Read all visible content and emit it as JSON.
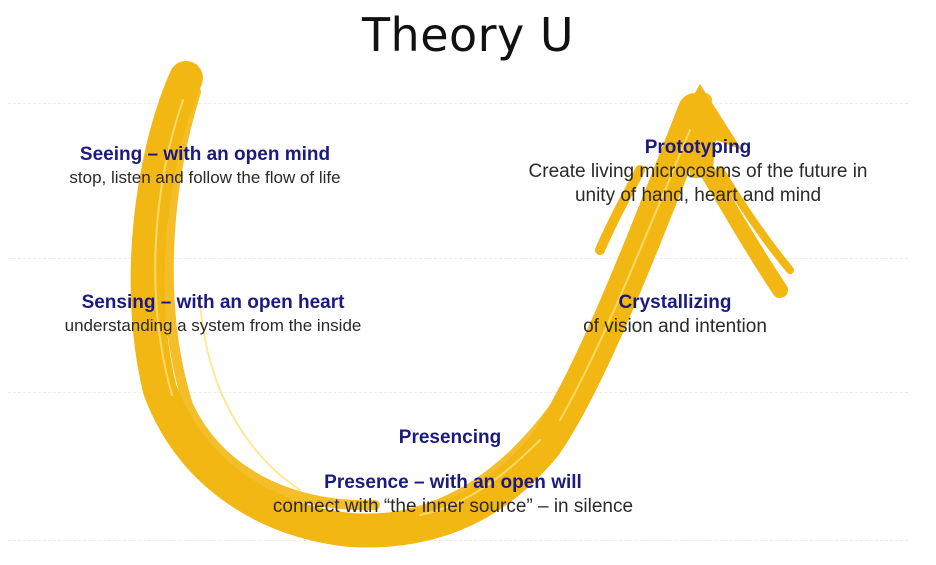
{
  "title": "Theory U",
  "colors": {
    "heading": "#1a1a80",
    "body": "#2a2a2a",
    "arrow": "#f2b713",
    "arrow_highlight": "#ffe27a"
  },
  "stages": {
    "seeing": {
      "heading": "Seeing – with an open mind",
      "text": "stop, listen and follow the flow of life"
    },
    "sensing": {
      "heading": "Sensing – with an open heart",
      "text": "understanding a system from the inside"
    },
    "presencing": {
      "heading": "Presencing"
    },
    "presence": {
      "heading": "Presence – with an open will",
      "text": "connect with “the inner source” – in silence"
    },
    "crystallizing": {
      "heading": "Crystallizing",
      "text": "of vision and intention"
    },
    "prototyping": {
      "heading": "Prototyping",
      "text_line1": "Create living microcosms of the future in",
      "text_line2": "unity of hand, heart and mind"
    }
  }
}
